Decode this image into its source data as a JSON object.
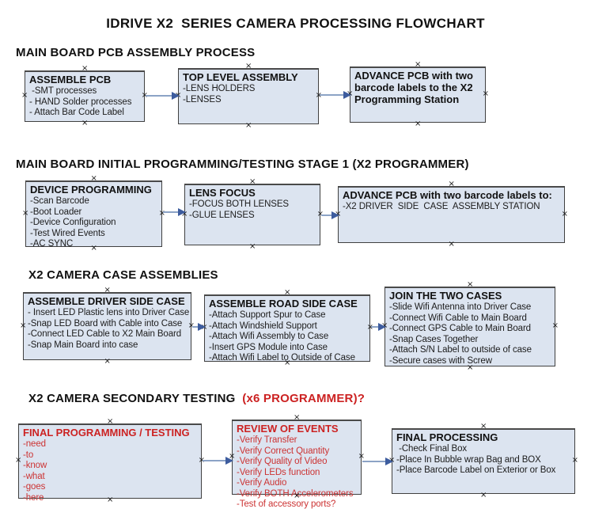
{
  "title": "IDRIVE X2  SERIES CAMERA PROCESSING FLOWCHART",
  "colors": {
    "box_fill": "#dce4f0",
    "box_border": "#404040",
    "arrow_line": "#8ca3c6",
    "arrow_head": "#3d5c9e",
    "red_heading": "#cc2222",
    "red_item": "#cc3333",
    "text": "#111111"
  },
  "sections": [
    {
      "heading": "MAIN BOARD PCB ASSEMBLY PROCESS",
      "boxes": [
        {
          "title": "ASSEMBLE PCB",
          "items": [
            " -SMT processes",
            "- HAND Solder processes",
            "- Attach Bar Code Label"
          ]
        },
        {
          "title": "TOP LEVEL ASSEMBLY",
          "items": [
            "-LENS HOLDERS",
            "-LENSES"
          ]
        },
        {
          "title": "ADVANCE PCB with two barcode labels to the X2 Programming Station",
          "items": []
        }
      ]
    },
    {
      "heading": "MAIN BOARD INITIAL PROGRAMMING/TESTING STAGE 1 (X2 PROGRAMMER)",
      "boxes": [
        {
          "title": "DEVICE PROGRAMMING",
          "items": [
            "-Scan Barcode",
            "-Boot Loader",
            "-Device Configuration",
            "-Test Wired Events",
            "-AC SYNC"
          ]
        },
        {
          "title": "LENS FOCUS",
          "items": [
            "-FOCUS BOTH LENSES",
            "-GLUE LENSES"
          ]
        },
        {
          "title": "ADVANCE PCB with two barcode labels to:",
          "items": [
            "-X2 DRIVER  SIDE  CASE  ASSEMBLY STATION"
          ]
        }
      ]
    },
    {
      "heading": "X2 CAMERA CASE ASSEMBLIES",
      "boxes": [
        {
          "title": "ASSEMBLE DRIVER SIDE CASE",
          "items": [
            "- Insert LED Plastic lens into Driver Case",
            "-Snap LED Board with Cable into Case",
            "-Connect LED Cable to X2 Main Board",
            "-Snap Main Board into case"
          ]
        },
        {
          "title": "ASSEMBLE ROAD SIDE CASE",
          "items": [
            "-Attach Support Spur to Case",
            "-Attach Windshield Support",
            "-Attach Wifi Assembly to Case",
            "-Insert GPS Module into Case",
            "-Attach Wifi Label to Outside of Case"
          ]
        },
        {
          "title": "JOIN THE TWO CASES",
          "items": [
            "-Slide Wifi Antenna into Driver Case",
            "-Connect Wifi Cable to Main Board",
            "-Connect GPS Cable to Main Board",
            "-Snap Cases Together",
            "-Attach S/N Label to outside of case",
            "-Secure cases with Screw"
          ]
        }
      ]
    },
    {
      "heading": "X2 CAMERA SECONDARY TESTING  ",
      "heading_red": "(x6 PROGRAMMER)?",
      "boxes": [
        {
          "title": "FINAL PROGRAMMING / TESTING",
          "items": [
            "-need",
            "-to",
            "-know",
            "-what",
            "-goes",
            "-here"
          ]
        },
        {
          "title": "REVIEW OF EVENTS",
          "items": [
            "-Verify Transfer",
            "-Verify Correct Quantity",
            "-Verify Quality of Video",
            "-Verify LEDs function",
            "-Verify Audio",
            "-Verify BOTH Accelerometers",
            "-Test of accessory ports?"
          ]
        },
        {
          "title": "FINAL PROCESSING",
          "items": [
            " -Check Final Box",
            "-Place In Bubble wrap Bag and BOX",
            "-Place Barcode Label on Exterior or Box"
          ]
        }
      ]
    }
  ]
}
